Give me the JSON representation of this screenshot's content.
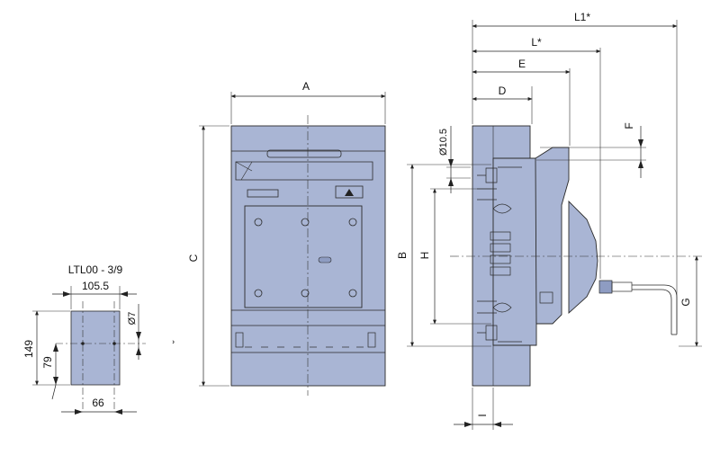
{
  "colors": {
    "fill": "#a9b5d4",
    "fill_dark": "#8e9cc2",
    "line": "#2a2a2a",
    "dim": "#333333",
    "accent": "#5a6a99"
  },
  "small_view": {
    "title": "LTL00 - 3/9",
    "width_label": "105.5",
    "hole_label": "Ø7",
    "height_label": "149",
    "hole_height_label": "79",
    "hole_spacing_label": "66"
  },
  "front_view": {
    "width_label": "A",
    "height_label": "C",
    "stray_mark": "˘"
  },
  "side_view": {
    "dim_l1": "L1*",
    "dim_l": "L*",
    "dim_e": "E",
    "dim_d": "D",
    "dim_f": "F",
    "dim_hole": "Ø10.5",
    "dim_b": "B",
    "dim_h": "H",
    "dim_g": "G",
    "dim_i": "I"
  }
}
